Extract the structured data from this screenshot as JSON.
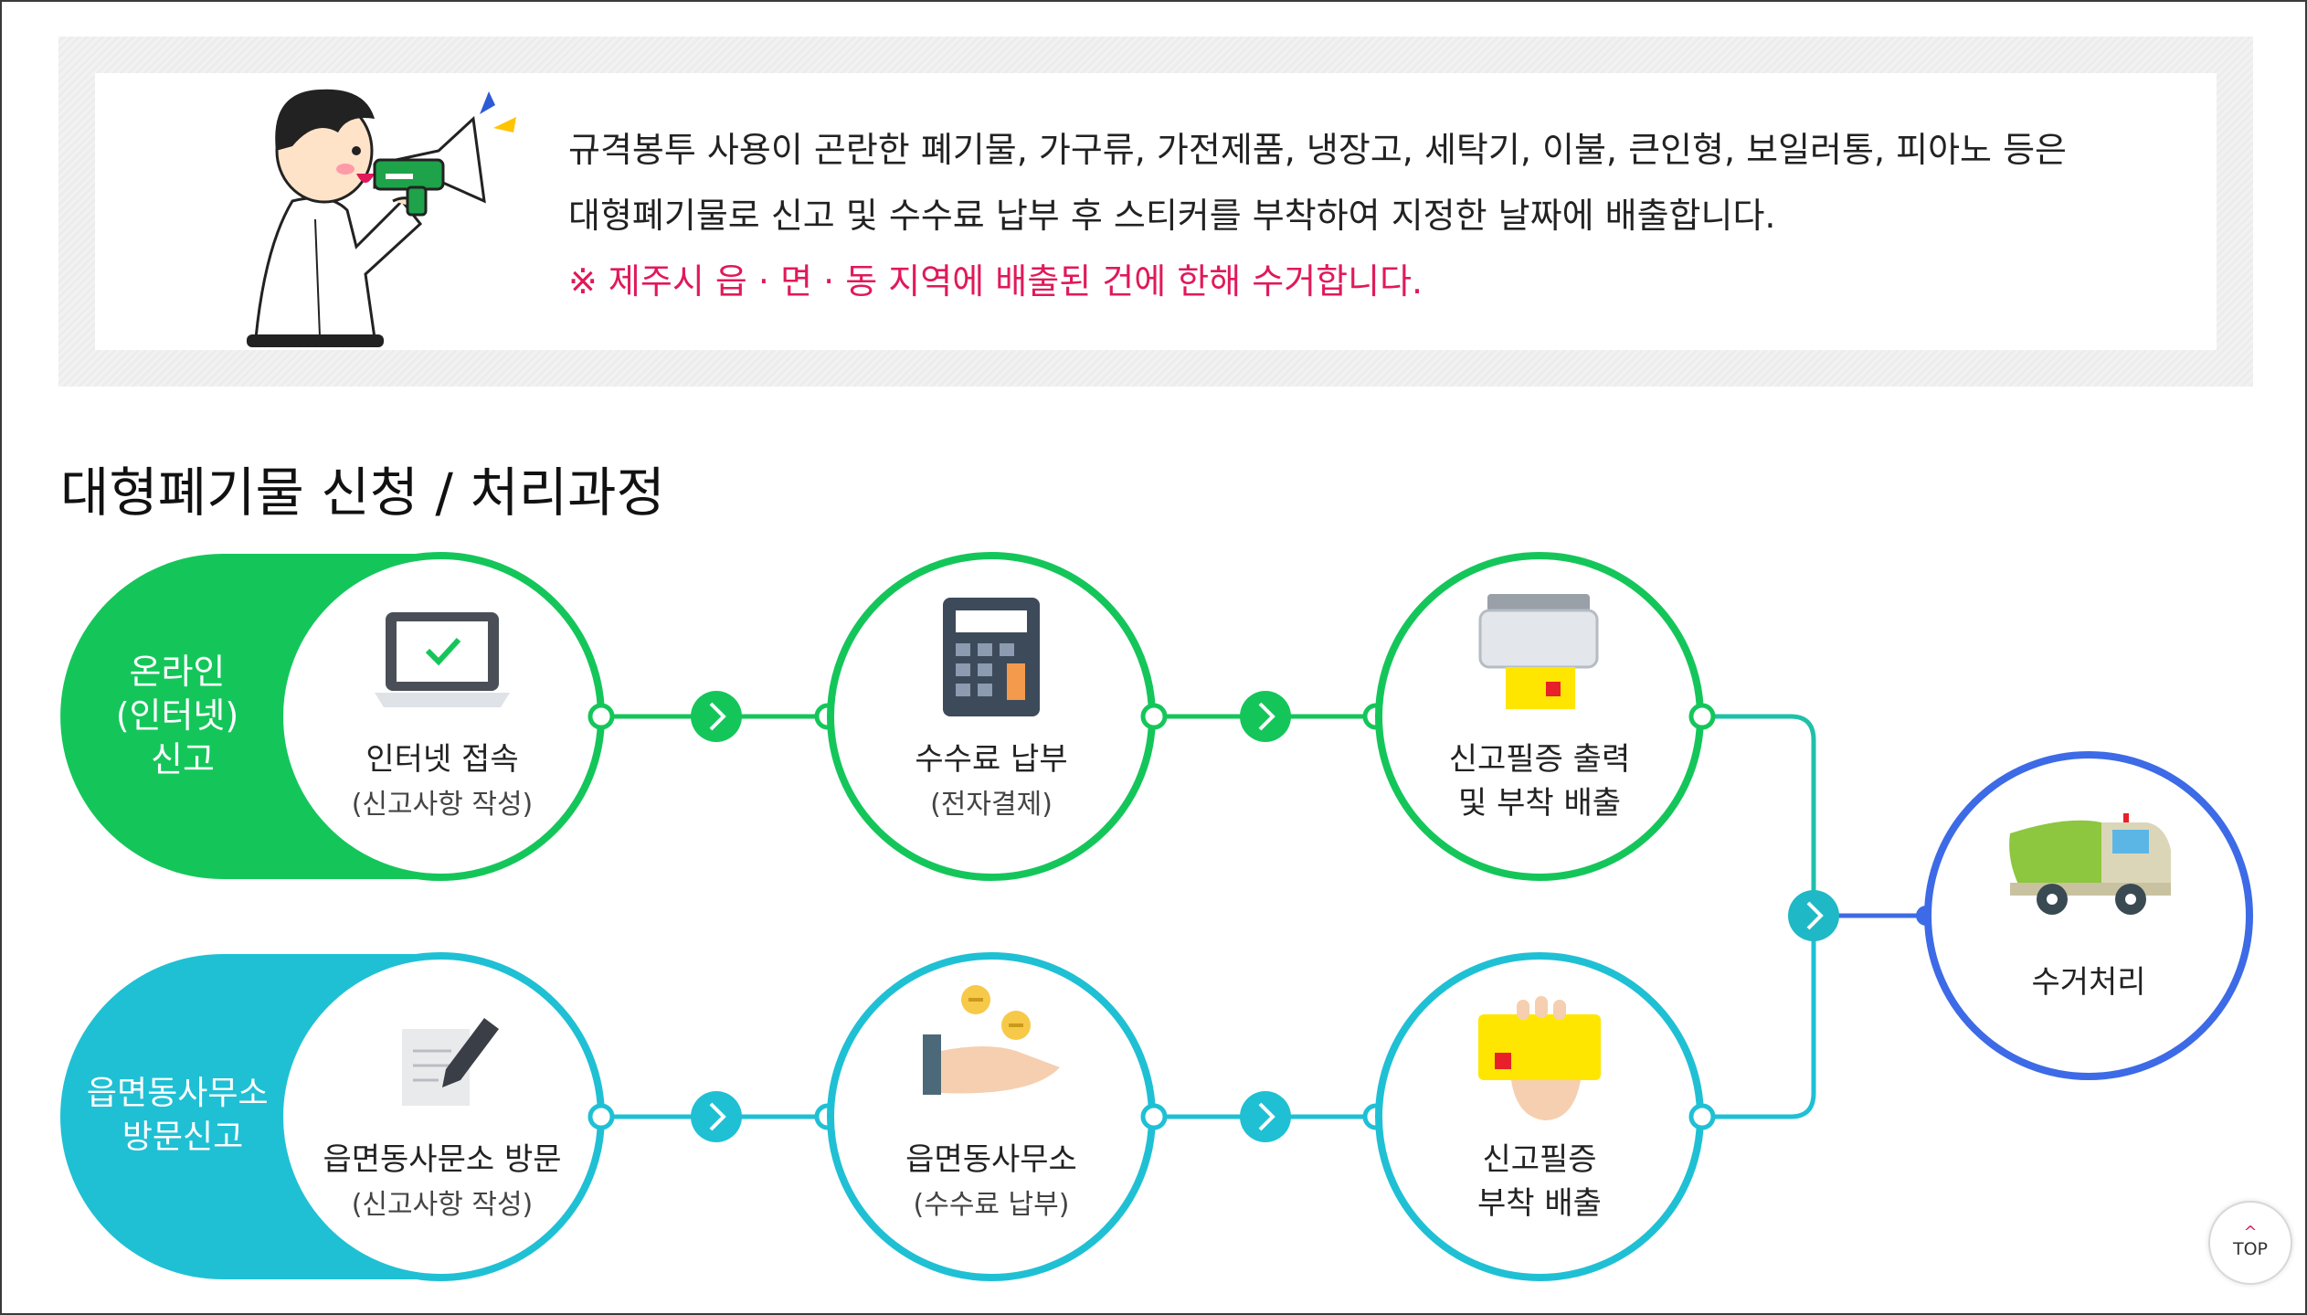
{
  "notice": {
    "line1": "규격봉투 사용이 곤란한 폐기물, 가구류, 가전제품, 냉장고, 세탁기, 이불, 큰인형, 보일러통, 피아노 등은",
    "line2": "대형폐기물로 신고 및 수수료 납부 후 스티커를 부착하여 지정한 날짜에 배출합니다.",
    "warning": "※ 제주시 읍 · 면 · 동 지역에 배출된 건에 한해 수거합니다."
  },
  "section_title": "대형폐기물 신청 / 처리과정",
  "flow": {
    "online": {
      "label": [
        "온라인",
        "(인터넷)",
        "신고"
      ],
      "steps": [
        {
          "title": "인터넷 접속",
          "sub": "(신고사항 작성)",
          "icon": "laptop-check-icon"
        },
        {
          "title": "수수료 납부",
          "sub": "(전자결제)",
          "icon": "calculator-icon"
        },
        {
          "title": "신고필증 출력",
          "title2": "및 부착 배출",
          "icon": "printer-sticker-icon"
        }
      ]
    },
    "offline": {
      "label": [
        "읍면동사무소",
        "방문신고"
      ],
      "steps": [
        {
          "title": "읍면동사문소 방문",
          "sub": "(신고사항 작성)",
          "icon": "pen-document-icon"
        },
        {
          "title": "읍면동사무소",
          "sub": "(수수료 납부)",
          "icon": "hand-coins-icon"
        },
        {
          "title": "신고필증",
          "title2": "부착 배출",
          "icon": "hand-sticker-icon"
        }
      ]
    },
    "final": {
      "title": "수거처리",
      "icon": "garbage-truck-icon"
    }
  },
  "top_button": {
    "label": "TOP"
  },
  "colors": {
    "online": "#14c65a",
    "offline": "#1fc0d4",
    "final": "#3d6ae6",
    "warning": "#e0195a"
  }
}
